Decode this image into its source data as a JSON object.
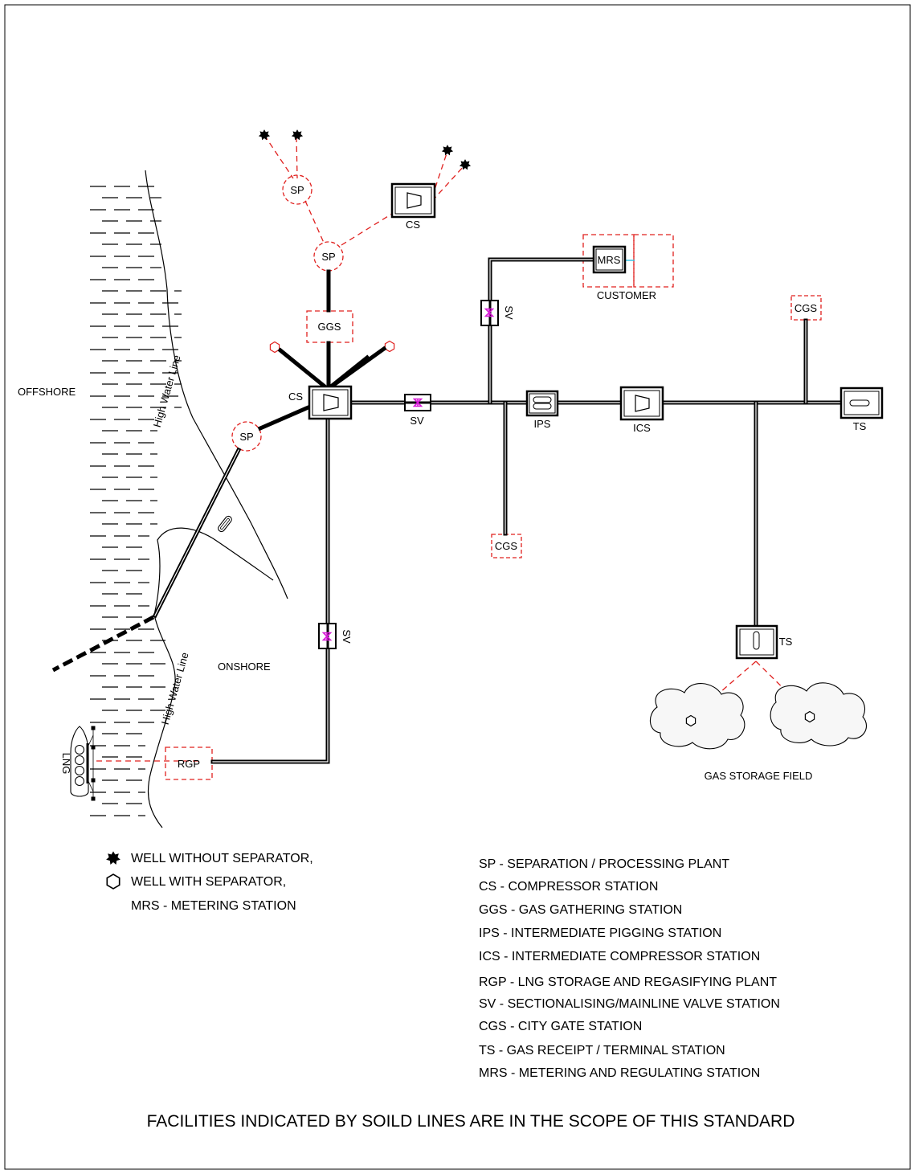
{
  "labels": {
    "offshore": "OFFSHORE",
    "onshore": "ONSHORE",
    "high_water_line": "High Water Line",
    "customer": "CUSTOMER",
    "gas_storage_field": "GAS STORAGE FIELD",
    "lng": "LNG"
  },
  "stations": {
    "sp": "SP",
    "cs": "CS",
    "ggs": "GGS",
    "sv": "SV",
    "ips": "IPS",
    "ics": "ICS",
    "ts": "TS",
    "cgs": "CGS",
    "mrs": "MRS",
    "rgp": "RGP"
  },
  "symbol_legend": [
    "WELL WITHOUT SEPARATOR,",
    "WELL WITH SEPARATOR,",
    "MRS - METERING STATION"
  ],
  "abbreviation_legend": [
    "SP - SEPARATION / PROCESSING PLANT",
    "CS - COMPRESSOR STATION",
    "GGS - GAS GATHERING STATION",
    "IPS - INTERMEDIATE PIGGING STATION",
    "ICS - INTERMEDIATE COMPRESSOR STATION",
    "RGP - LNG STORAGE AND REGASIFYING PLANT",
    "SV - SECTIONALISING/MAINLINE VALVE STATION",
    "CGS - CITY GATE STATION",
    "TS - GAS RECEIPT / TERMINAL STATION",
    "MRS - METERING AND REGULATING STATION"
  ],
  "footer": "FACILITIES INDICATED BY SOILD LINES ARE IN THE SCOPE OF THIS STANDARD",
  "colors": {
    "out_of_scope": "#e0201e",
    "valve": "#d61ad6",
    "solid_line": "#000000"
  }
}
